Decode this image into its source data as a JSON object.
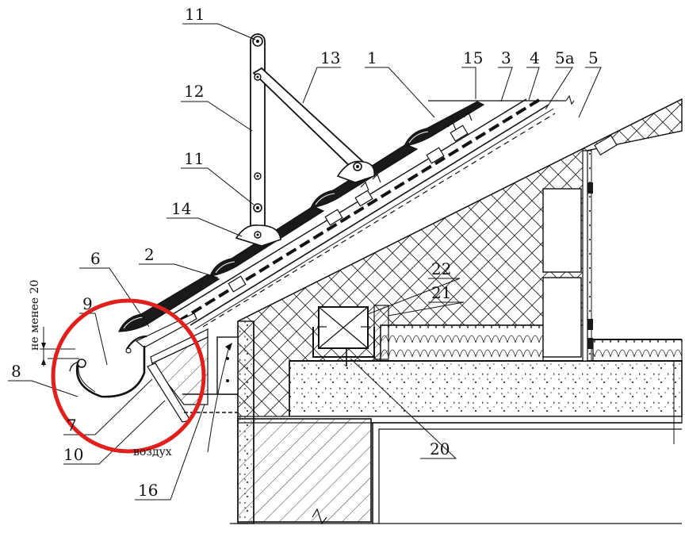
{
  "labels": {
    "l1": "1",
    "l2": "2",
    "l3": "3",
    "l4": "4",
    "l5": "5",
    "l5a": "5а",
    "l6": "6",
    "l7": "7",
    "l8": "8",
    "l9": "9",
    "l10": "10",
    "l11a": "11",
    "l11b": "11",
    "l12": "12",
    "l13": "13",
    "l14": "14",
    "l15": "15",
    "l16": "16",
    "l20": "20",
    "l21": "21",
    "l22": "22"
  },
  "notes": {
    "min_gap": "не менее 20",
    "air": "воздух"
  },
  "colors": {
    "line": "#111111",
    "highlight_circle": "#e0201c",
    "fill_dark": "#1a1a1a",
    "background": "#ffffff"
  }
}
